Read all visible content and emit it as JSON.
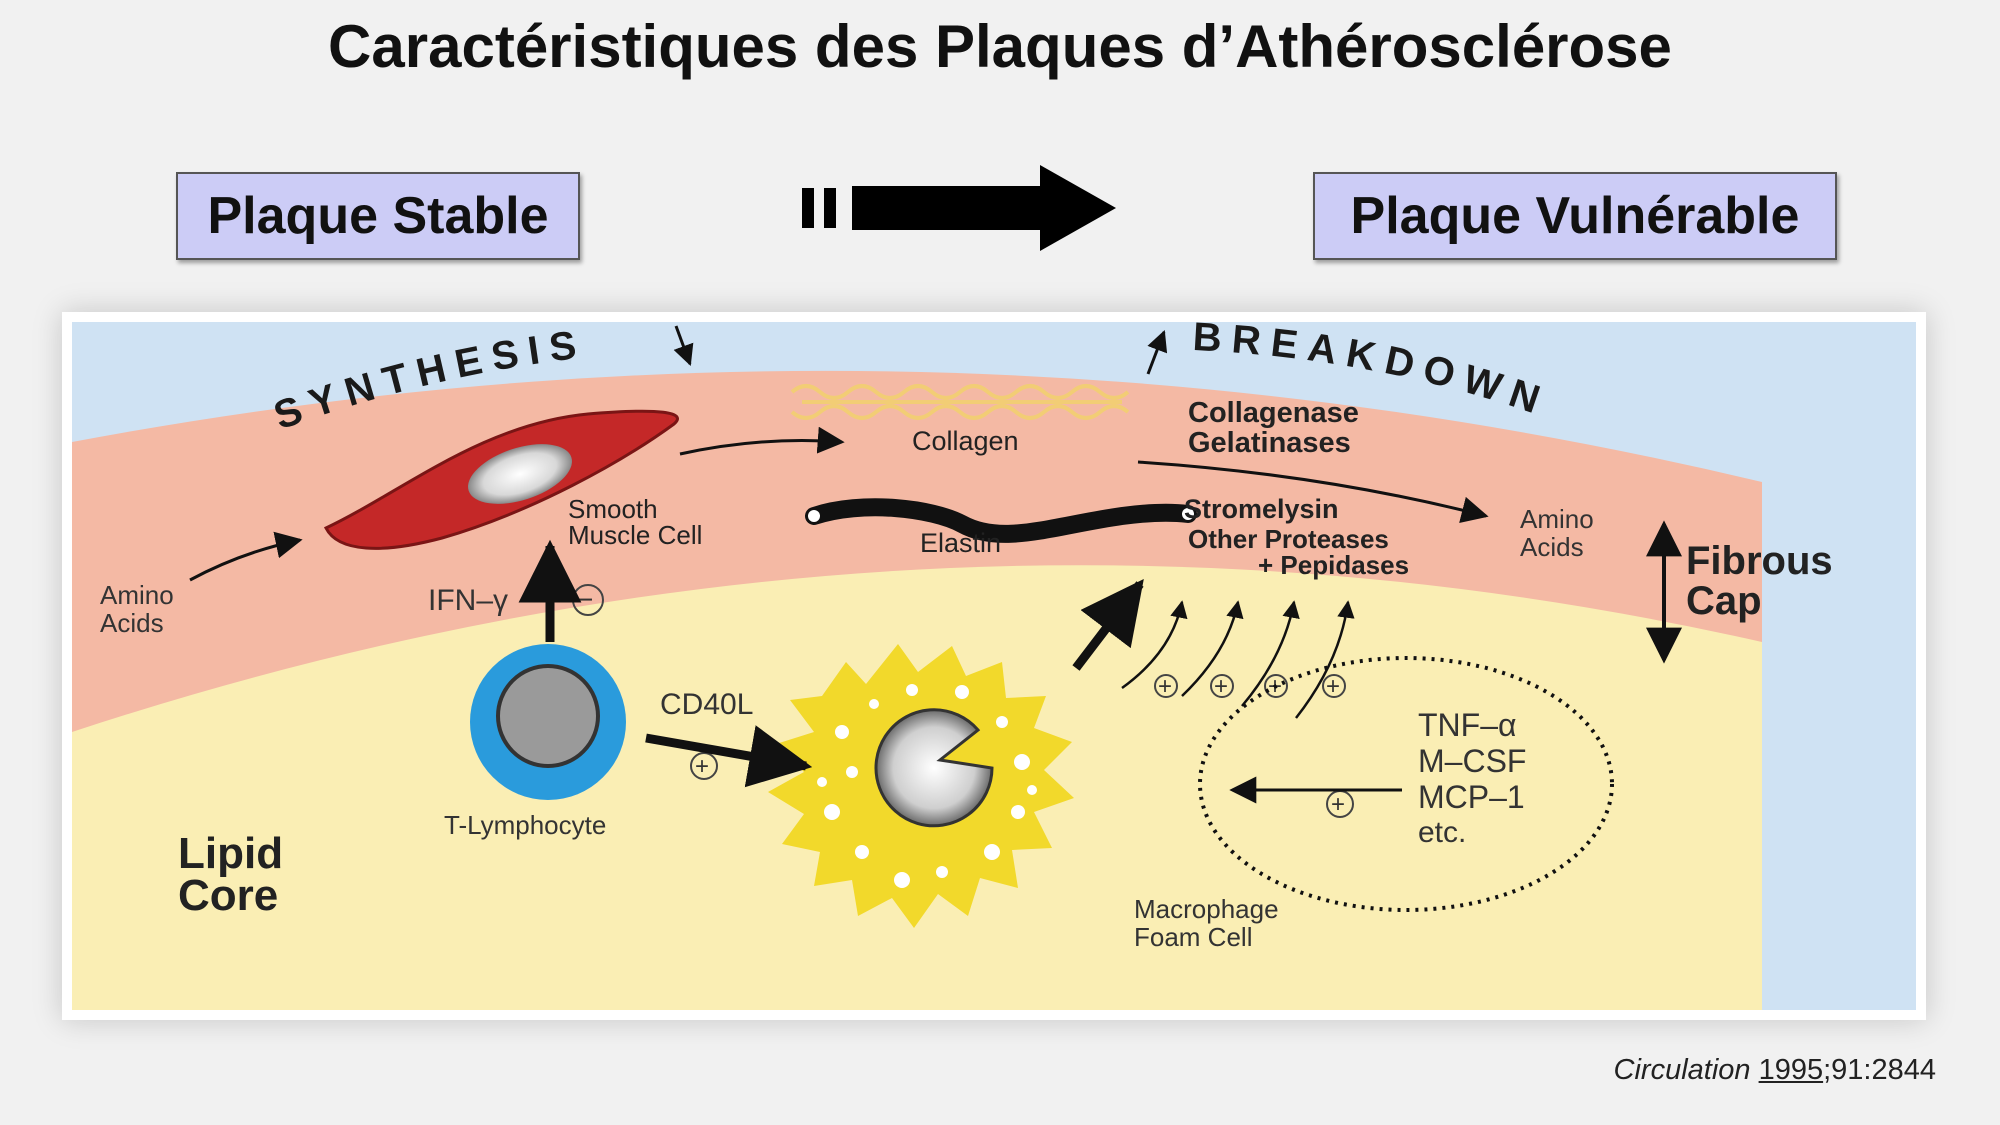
{
  "title": "Caractéristiques des Plaques d’Athérosclérose",
  "left_box": "Plaque Stable",
  "right_box": "Plaque Vulnérable",
  "citation": {
    "journal": "Circulation",
    "year": "1995",
    "rest": ";91:2844"
  },
  "figure": {
    "synthesis": "SYNTHESIS",
    "breakdown": "BREAKDOWN",
    "smooth_muscle_1": "Smooth",
    "smooth_muscle_2": "Muscle Cell",
    "amino_left_1": "Amino",
    "amino_left_2": "Acids",
    "amino_right_1": "Amino",
    "amino_right_2": "Acids",
    "collagen": "Collagen",
    "elastin": "Elastin",
    "collagenase": "Collagenase",
    "gelatinases": "Gelatinases",
    "stromelysin": "Stromelysin",
    "other_proteases": "Other Proteases",
    "pepidases": "+ Pepidases",
    "fibrous_1": "Fibrous",
    "fibrous_2": "Cap",
    "ifn": "IFN–γ",
    "minus": "−",
    "cd40l": "CD40L",
    "plus": "+",
    "t_lymphocyte": "T-Lymphocyte",
    "lipid_1": "Lipid",
    "lipid_2": "Core",
    "macrophage_1": "Macrophage",
    "macrophage_2": "Foam Cell",
    "tnf": "TNF–α",
    "mcsf": "M–CSF",
    "mcp": "MCP–1",
    "etc": "etc."
  },
  "colors": {
    "box_fill": "#ccccf6",
    "sky": "#cfe2f3",
    "cap": "#f4b9a4",
    "core": "#faeeb4",
    "smooth_muscle": "#c42828",
    "lymphocyte_ring": "#2a9bdc",
    "foam_cell": "#f2d92b"
  }
}
